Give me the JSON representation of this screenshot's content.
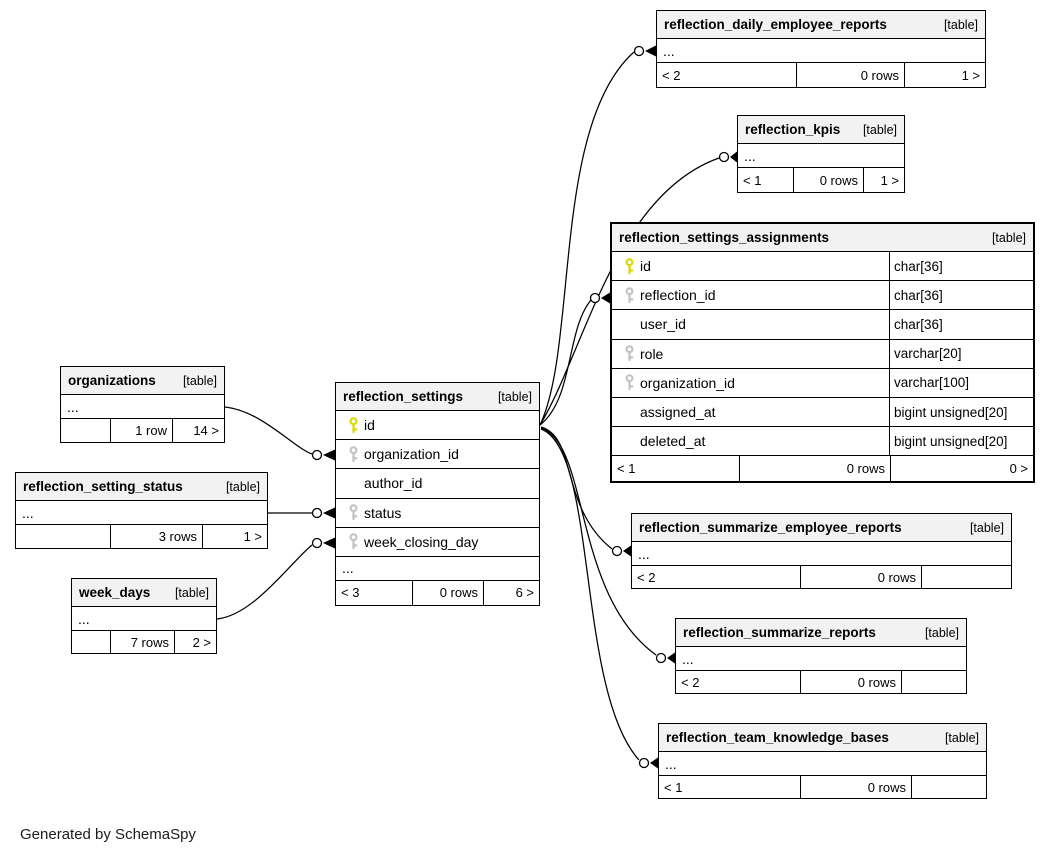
{
  "diagram": {
    "note": "Generated by SchemaSpy",
    "badge": "[table]",
    "ellipsis": "...",
    "colors": {
      "header_bg": "#f2f2f2",
      "border": "#000000",
      "primary_key": "#d9d900",
      "foreign_key": "#c3c3c3"
    }
  },
  "tables": {
    "daily_employee_reports": {
      "name": "reflection_daily_employee_reports",
      "badge": "[table]",
      "ellipsis": "...",
      "footer": {
        "parents": "< 2",
        "rows": "0 rows",
        "children": "1 >"
      }
    },
    "kpis": {
      "name": "reflection_kpis",
      "badge": "[table]",
      "ellipsis": "...",
      "footer": {
        "parents": "< 1",
        "rows": "0 rows",
        "children": "1 >"
      }
    },
    "settings_assignments": {
      "name": "reflection_settings_assignments",
      "badge": "[table]",
      "columns": [
        {
          "name": "id",
          "type": "char[36]",
          "key": "primary"
        },
        {
          "name": "reflection_id",
          "type": "char[36]",
          "key": "index"
        },
        {
          "name": "user_id",
          "type": "char[36]",
          "key": ""
        },
        {
          "name": "role",
          "type": "varchar[20]",
          "key": "index"
        },
        {
          "name": "organization_id",
          "type": "varchar[100]",
          "key": "index"
        },
        {
          "name": "assigned_at",
          "type": "bigint unsigned[20]",
          "key": ""
        },
        {
          "name": "deleted_at",
          "type": "bigint unsigned[20]",
          "key": ""
        }
      ],
      "footer": {
        "parents": "< 1",
        "rows": "0 rows",
        "children": "0 >"
      }
    },
    "organizations": {
      "name": "organizations",
      "badge": "[table]",
      "ellipsis": "...",
      "footer": {
        "parents": "",
        "rows": "1 row",
        "children": "14 >"
      }
    },
    "setting_status": {
      "name": "reflection_setting_status",
      "badge": "[table]",
      "ellipsis": "...",
      "footer": {
        "parents": "",
        "rows": "3 rows",
        "children": "1 >"
      }
    },
    "week_days": {
      "name": "week_days",
      "badge": "[table]",
      "ellipsis": "...",
      "footer": {
        "parents": "",
        "rows": "7 rows",
        "children": "2 >"
      }
    },
    "settings": {
      "name": "reflection_settings",
      "badge": "[table]",
      "ellipsis": "...",
      "columns": [
        {
          "name": "id",
          "key": "primary"
        },
        {
          "name": "organization_id",
          "key": "index"
        },
        {
          "name": "author_id",
          "key": ""
        },
        {
          "name": "status",
          "key": "index"
        },
        {
          "name": "week_closing_day",
          "key": "index"
        }
      ],
      "footer": {
        "parents": "< 3",
        "rows": "0 rows",
        "children": "6 >"
      }
    },
    "summarize_employee_reports": {
      "name": "reflection_summarize_employee_reports",
      "badge": "[table]",
      "ellipsis": "...",
      "footer": {
        "parents": "< 2",
        "rows": "0 rows",
        "children": ""
      }
    },
    "summarize_reports": {
      "name": "reflection_summarize_reports",
      "badge": "[table]",
      "ellipsis": "...",
      "footer": {
        "parents": "< 2",
        "rows": "0 rows",
        "children": ""
      }
    },
    "team_knowledge_bases": {
      "name": "reflection_team_knowledge_bases",
      "badge": "[table]",
      "ellipsis": "...",
      "footer": {
        "parents": "< 1",
        "rows": "0 rows",
        "children": ""
      }
    }
  }
}
